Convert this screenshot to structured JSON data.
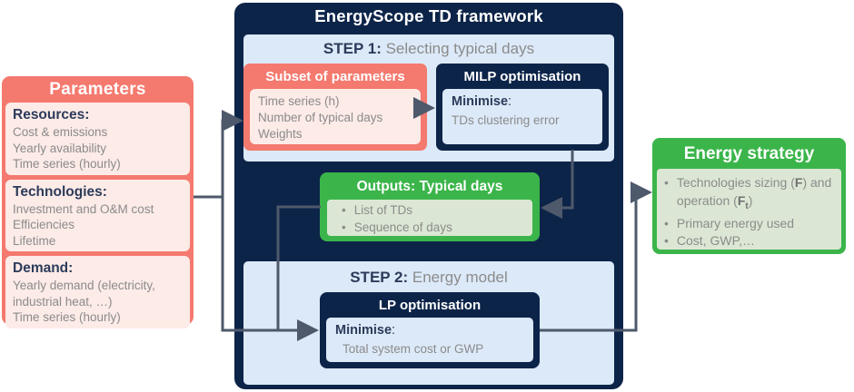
{
  "colors": {
    "navy": "#0d2449",
    "salmon": "#f4796e",
    "pink_light": "#fcebe7",
    "blue_light": "#dce9f8",
    "green": "#3bb54a",
    "green_light": "#dbe7d4",
    "text_gray": "#8b8b8b",
    "text_navy": "#2c3b5a",
    "arrow_gray": "#4e596b",
    "white": "#ffffff"
  },
  "ui": {
    "bullet": "•"
  },
  "parameters": {
    "title": "Parameters",
    "sections": [
      {
        "heading": "Resources:",
        "lines": [
          "Cost & emissions",
          "Yearly availability",
          "Time series (hourly)"
        ]
      },
      {
        "heading": "Technologies:",
        "lines": [
          "Investment and O&M cost",
          "Efficiencies",
          "Lifetime"
        ]
      },
      {
        "heading": "Demand:",
        "lines": [
          "Yearly demand (electricity, industrial heat, …)",
          "Time series (hourly)"
        ]
      }
    ]
  },
  "framework": {
    "title": "EnergyScope TD framework",
    "step1": {
      "label": "STEP 1:",
      "title": "Selecting typical days"
    },
    "subset": {
      "header": "Subset of parameters",
      "lines": [
        "Time series (h)",
        "Number of typical days",
        "Weights"
      ]
    },
    "milp": {
      "header": "MILP optimisation",
      "minimise": "Minimise",
      "colon": ":",
      "objective": "TDs clustering error"
    },
    "outputs": {
      "header": "Outputs: Typical days",
      "bullets": [
        "List of TDs",
        "Sequence of days"
      ]
    },
    "step2": {
      "label": "STEP 2:",
      "title": "Energy model"
    },
    "lp": {
      "header": "LP optimisation",
      "minimise": "Minimise",
      "colon": ":",
      "objective": "Total system cost or GWP"
    }
  },
  "strategy": {
    "title": "Energy strategy",
    "bullet1": {
      "pre": "Technologies sizing (",
      "f": "F",
      "mid": ") and operation (",
      "f2": "F",
      "sub": "t",
      "post": ")"
    },
    "bullet2": "Primary energy used",
    "bullet3": "Cost, GWP,…"
  }
}
